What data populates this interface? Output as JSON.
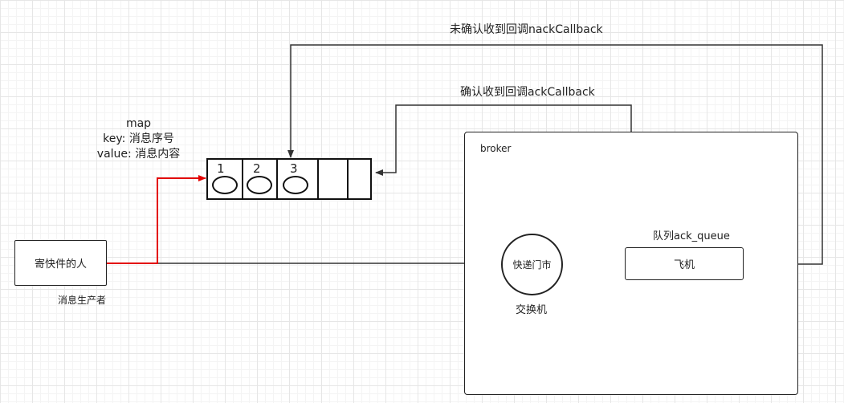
{
  "top_labels": {
    "nack": "未确认收到回调nackCallback",
    "ack": "确认收到回调ackCallback"
  },
  "map_note": {
    "line1": "map",
    "line2": "key: 消息序号",
    "line3": "value: 消息内容"
  },
  "map_cells": [
    "1",
    "2",
    "3",
    "",
    ""
  ],
  "producer": {
    "label": "寄快件的人",
    "caption": "消息生产者"
  },
  "broker": {
    "label": "broker",
    "exchange_label": "快递门市",
    "exchange_caption": "交换机",
    "queue_caption": "队列ack_queue",
    "queue_label": "飞机"
  },
  "colors": {
    "line": "#333333",
    "highlight": "#e30000"
  }
}
